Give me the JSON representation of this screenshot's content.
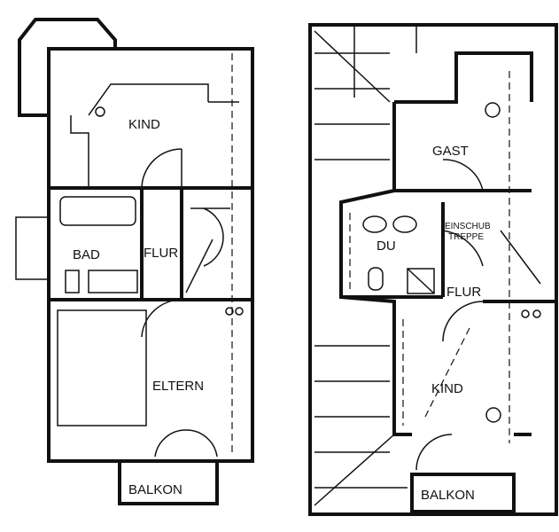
{
  "left_plan": {
    "rooms": {
      "kind": "KIND",
      "bad": "BAD",
      "flur": "FLUR",
      "eltern": "ELTERN",
      "balkon": "BALKON"
    }
  },
  "right_plan": {
    "rooms": {
      "gast": "GAST",
      "du": "DU",
      "einschub_line1": "EINSCHUB",
      "einschub_line2": "TREPPE",
      "flur": "FLUR",
      "kind": "KIND",
      "balkon": "BALKON"
    }
  }
}
